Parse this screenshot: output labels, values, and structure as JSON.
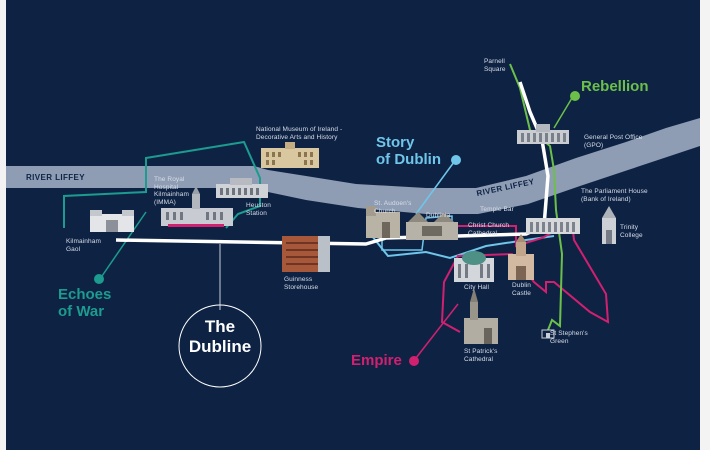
{
  "map": {
    "river_label_left": "RIVER LIFFEY",
    "river_label_right": "RIVER LIFFEY",
    "colors": {
      "background": "#0e2344",
      "river": "#8e9db4",
      "dubline": "#ffffff",
      "rebellion": "#6cc04a",
      "story_of_dublin": "#6fc6ea",
      "empire": "#d1206f",
      "echoes_of_war": "#1c9b8e"
    },
    "trails": {
      "rebellion": "Rebellion",
      "story_of_dublin": "Story\nof Dublin",
      "echoes_of_war": "Echoes\nof War",
      "empire": "Empire",
      "dubline": "The\nDubline"
    },
    "landmarks": {
      "parnell_square": "Parnell\nSquare",
      "gpo": "General Post Office\n(GPO)",
      "museum": "National Museum of Ireland -\nDecorative Arts and History",
      "royal_hospital": "The Royal\nHospital\nKilmainham\n(IMMA)",
      "heuston": "Heuston\nStation",
      "kilmainham_gaol": "Kilmainham\nGaol",
      "st_audoens": "St. Audoen's\nChurch",
      "dublinia": "Dublinia",
      "temple_bar": "Temple Bar",
      "christ_church": "Christ Church\nCathedral",
      "parliament_house": "The Parliament House\n(Bank of Ireland)",
      "trinity": "Trinity\nCollege",
      "guinness": "Guinness\nStorehouse",
      "city_hall": "City Hall",
      "dublin_castle": "Dublin\nCastle",
      "st_stephens": "St Stephen's\nGreen",
      "st_patricks": "St Patrick's\nCathedral"
    }
  }
}
